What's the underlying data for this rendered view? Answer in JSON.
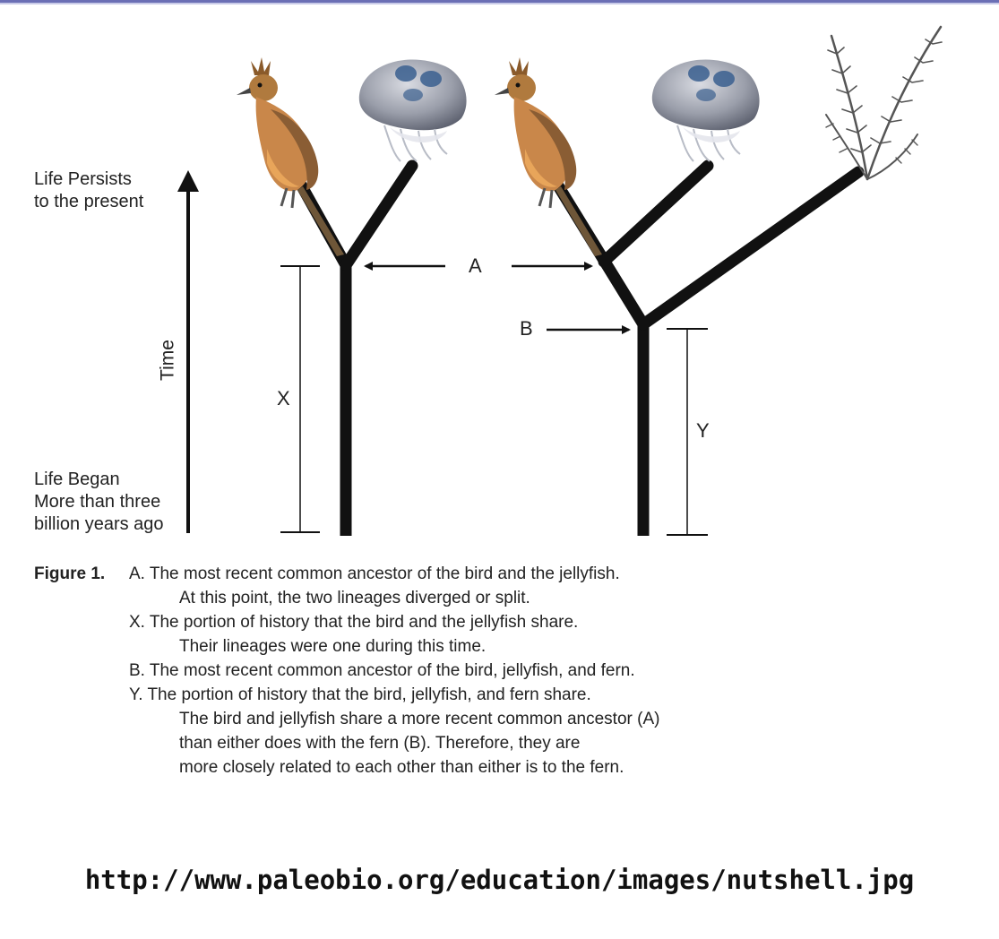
{
  "diagram": {
    "left_axis": {
      "top_label": [
        "Life Persists",
        "to the present"
      ],
      "bottom_label": [
        "Life Began",
        "More than three",
        "billion years ago"
      ],
      "axis_label": "Time"
    },
    "markers": {
      "a": "A",
      "b": "B",
      "x": "X",
      "y": "Y"
    },
    "organism_icons": [
      "bird-icon",
      "jellyfish-icon",
      "bird-icon",
      "jellyfish-icon",
      "fern-icon"
    ]
  },
  "caption": {
    "figure_label": "Figure 1.",
    "lines": [
      "A. The most recent common ancestor of the bird and the jellyfish.",
      "At this point, the two lineages diverged or split.",
      "X. The portion of history that the bird and the jellyfish share.",
      "Their lineages were one during this time.",
      "B. The most recent common ancestor of the bird, jellyfish, and fern.",
      "Y. The portion of history that the bird, jellyfish, and fern share.",
      "The bird and jellyfish share a more recent common ancestor (A)",
      "than either does with the fern (B). Therefore, they are",
      "more closely related to each other than either is to the fern."
    ]
  },
  "source_url": "http://www.paleobio.org/education/images/nutshell.jpg",
  "colors": {
    "branch": "#111111",
    "bird_body": "#c9874a",
    "bird_belly": "#e8a55a",
    "jellyfish_bell": "#8a8f9c",
    "jellyfish_spots": "#3a5f8f",
    "fern": "#555555"
  }
}
